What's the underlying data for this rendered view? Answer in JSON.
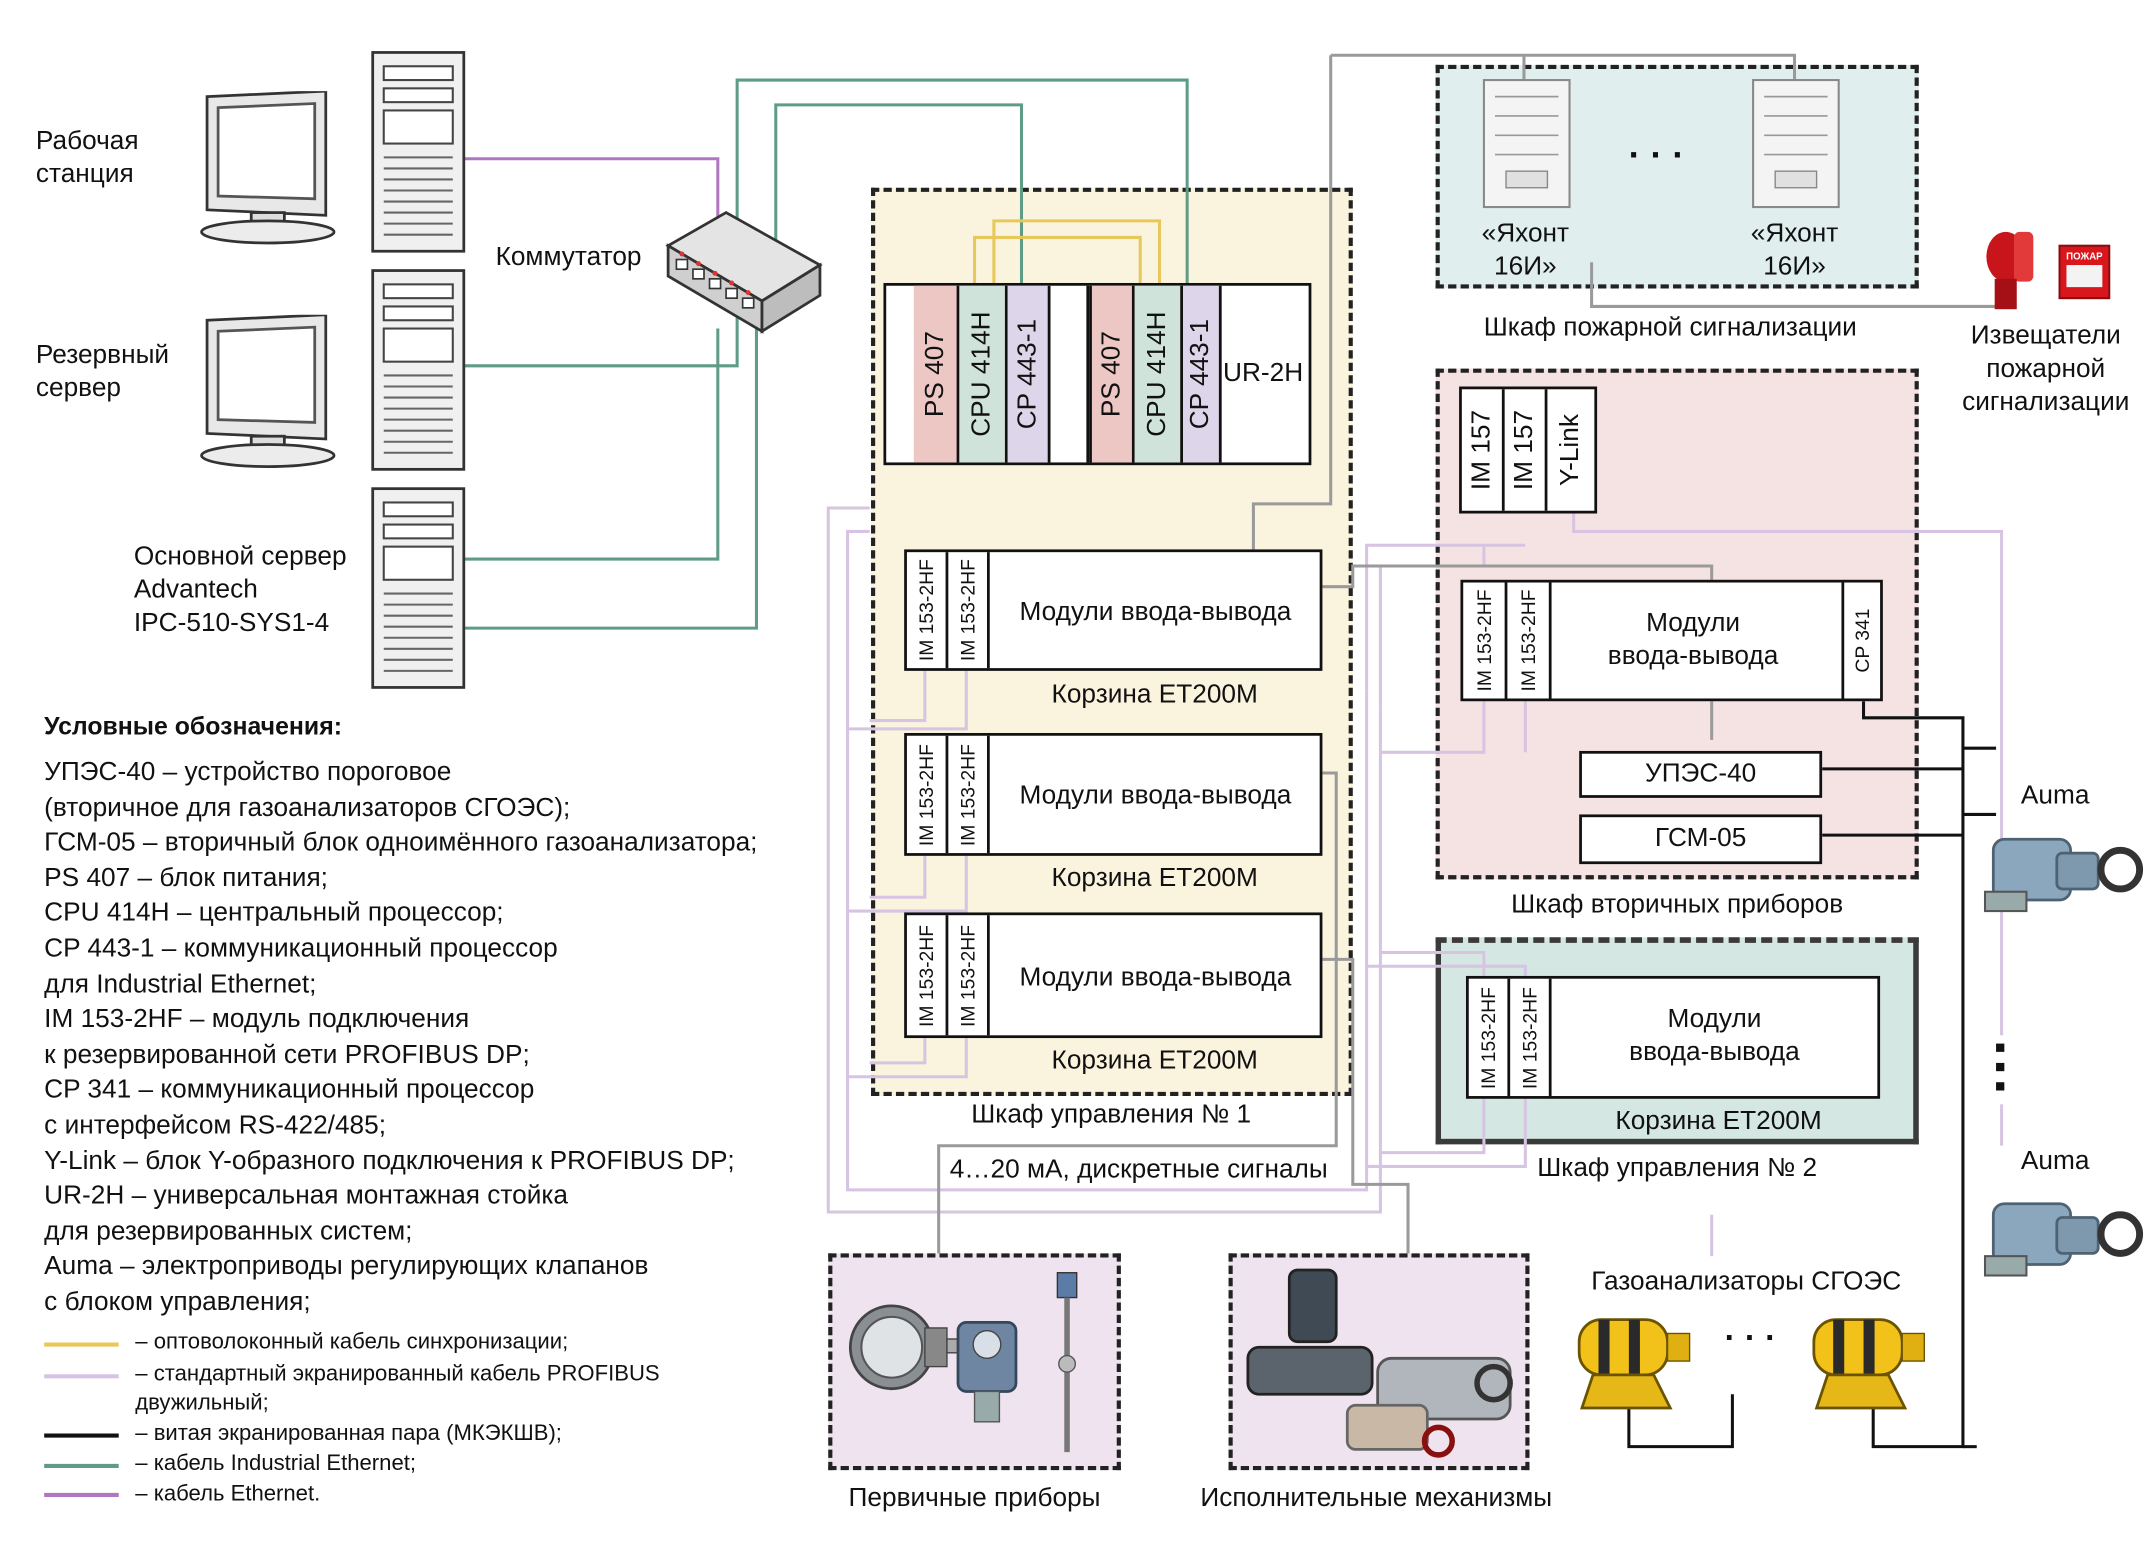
{
  "pcs": {
    "workstation": "Рабочая\nстанция",
    "reserve_server": "Резервный\nсервер",
    "main_server": "Основной сервер\nAdvantech\nIPC-510-SYS1-4"
  },
  "switch_label": "Коммутатор",
  "cabinet1": {
    "label": "Шкаф управления № 1",
    "rack": [
      "PS 407",
      "CPU 414H",
      "CP 443-1",
      "PS 407",
      "CPU 414H",
      "CP 443-1"
    ],
    "rack_label": "UR-2H",
    "baskets": [
      {
        "im": [
          "IM 153-2HF",
          "IM 153-2HF"
        ],
        "modules": "Модули ввода-вывода",
        "name": "Корзина ET200M"
      },
      {
        "im": [
          "IM 153-2HF",
          "IM 153-2HF"
        ],
        "modules": "Модули ввода-вывода",
        "name": "Корзина ET200M"
      },
      {
        "im": [
          "IM 153-2HF",
          "IM 153-2HF"
        ],
        "modules": "Модули ввода-вывода",
        "name": "Корзина ET200M"
      }
    ]
  },
  "fire_cabinet": {
    "label": "Шкаф пожарной сигнализации",
    "unit1": "«Яхонт\n16И»",
    "unit2": "«Яхонт\n16И»",
    "dots": "· · ·"
  },
  "fire_detectors": {
    "label": "Извещатели\nпожарной\nсигнализации",
    "sign": "ПОЖАР"
  },
  "secondary_cabinet": {
    "label": "Шкаф вторичных приборов",
    "top": [
      "IM 157",
      "IM 157",
      "Y-Link"
    ],
    "im": [
      "IM 153-2HF",
      "IM 153-2HF"
    ],
    "modules": "Модули\nввода-вывода",
    "cp": "CP 341",
    "upes": "УПЭС-40",
    "gsm": "ГСМ-05"
  },
  "cabinet2": {
    "label": "Шкаф управления № 2",
    "im": [
      "IM 153-2HF",
      "IM 153-2HF"
    ],
    "modules": "Модули\nввода-вывода",
    "name": "Корзина ET200M"
  },
  "auma": [
    "Auma",
    "Auma"
  ],
  "signals_label": "4…20 мА, дискретные сигналы",
  "primary_label": "Первичные приборы",
  "actuators_label": "Исполнительные механизмы",
  "gas_label": "Газоанализаторы СГОЭС",
  "gas_dots": "· · ·",
  "legend": {
    "title": "Условные обозначения:",
    "text": "УПЭС-40 – устройство пороговое\n(вторичное для газоанализаторов СГОЭС);\nГСМ-05 – вторичный блок одноимённого газоанализатора;\nPS 407 – блок питания;\nCPU 414H – центральный процессор;\nCP 443-1 – коммуникационный процессор\nдля Industrial Ethernet;\nIM 153-2HF – модуль подключения\nк резервированной сети PROFIBUS DP;\nCP 341 – коммуникационный процессор\nс интерфейсом RS-422/485;\nY-Link – блок Y-образного подключения к PROFIBUS DP;\nUR-2H – универсальная монтажная стойка\nдля резервированных систем;\nAuma – электроприводы регулирующих клапанов\nс блоком управления;",
    "lines": [
      {
        "color": "#e8c85a",
        "text": "– оптоволоконный кабель синхронизации;"
      },
      {
        "color": "#d7c4e2",
        "text": "– стандартный экранированный кабель PROFIBUS\nдвужильный;"
      },
      {
        "color": "#111111",
        "text": "– витая экранированная пара (МКЭКШВ);"
      },
      {
        "color": "#5e9c85",
        "text": "– кабель Industrial Ethernet;"
      },
      {
        "color": "#b076c0",
        "text": "– кабель Ethernet."
      }
    ]
  }
}
